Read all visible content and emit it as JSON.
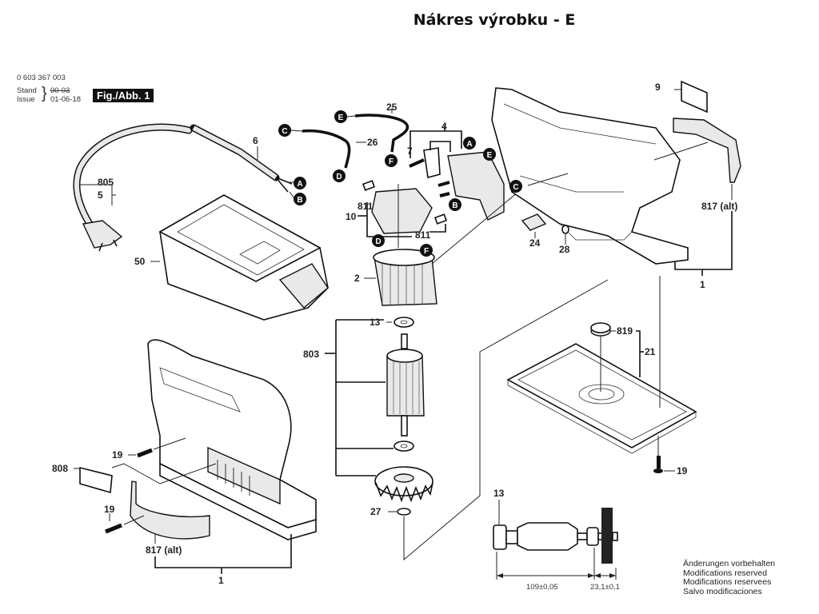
{
  "title": "Nákres výrobku - E",
  "header": {
    "part_number": "0 603 367 003",
    "stand_label": "Stand",
    "stand_value": "00-03",
    "issue_label": "Issue",
    "issue_value": "01-06-18",
    "figure_badge": "Fig./Abb. 1"
  },
  "connectors": [
    "A",
    "B",
    "C",
    "D",
    "E",
    "F"
  ],
  "part_labels": {
    "p1_top": "1",
    "p1_bottom": "1",
    "p2": "2",
    "p4": "4",
    "p5": "5",
    "p6": "6",
    "p7": "7",
    "p9": "9",
    "p10": "10",
    "p13_top": "13",
    "p13_detail": "13",
    "p19_left_top": "19",
    "p19_left_bottom": "19",
    "p19_right": "19",
    "p21": "21",
    "p24": "24",
    "p25": "25",
    "p26": "26",
    "p27": "27",
    "p28": "28",
    "p50": "50",
    "p803": "803",
    "p805": "805",
    "p808": "808",
    "p811_left": "811",
    "p811_bottom": "811",
    "p817_right": "817 (alt)",
    "p817_left": "817 (alt)",
    "p819": "819"
  },
  "dimensions": {
    "armature_length": "109±0,05",
    "fan_offset": "23,1±0,1"
  },
  "notes": [
    "Änderungen vorbehalten",
    "Modifications reserved",
    "Modifications reservees",
    "Salvo modificaciones"
  ]
}
